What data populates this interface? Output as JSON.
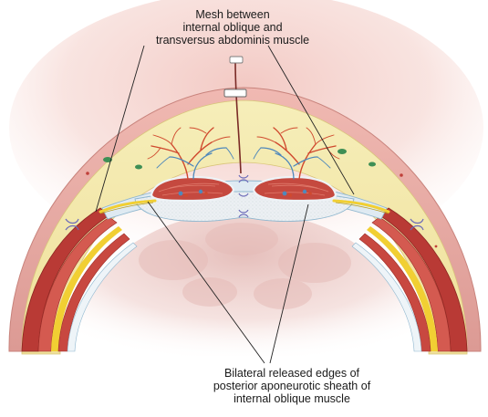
{
  "labels": {
    "top": [
      "Mesh between",
      "internal oblique and",
      "transversus abdominis muscle"
    ],
    "bottom": [
      "Bilateral released edges of",
      "posterior aponeurotic sheath of",
      "internal oblique muscle"
    ]
  },
  "colors": {
    "skin": "#e7a8a2",
    "fat": "#f3e7a7",
    "muscle": "#c0403a",
    "fascia": "#f0f4f8",
    "fascia_edge": "#8fb7cf",
    "sheath_line": "#f1cf33",
    "mesh": "#e8ecef",
    "vessel_red": "#d0492e",
    "vessel_blue": "#4f88bb",
    "leader": "#222222",
    "suture": "#6c6bb8"
  }
}
